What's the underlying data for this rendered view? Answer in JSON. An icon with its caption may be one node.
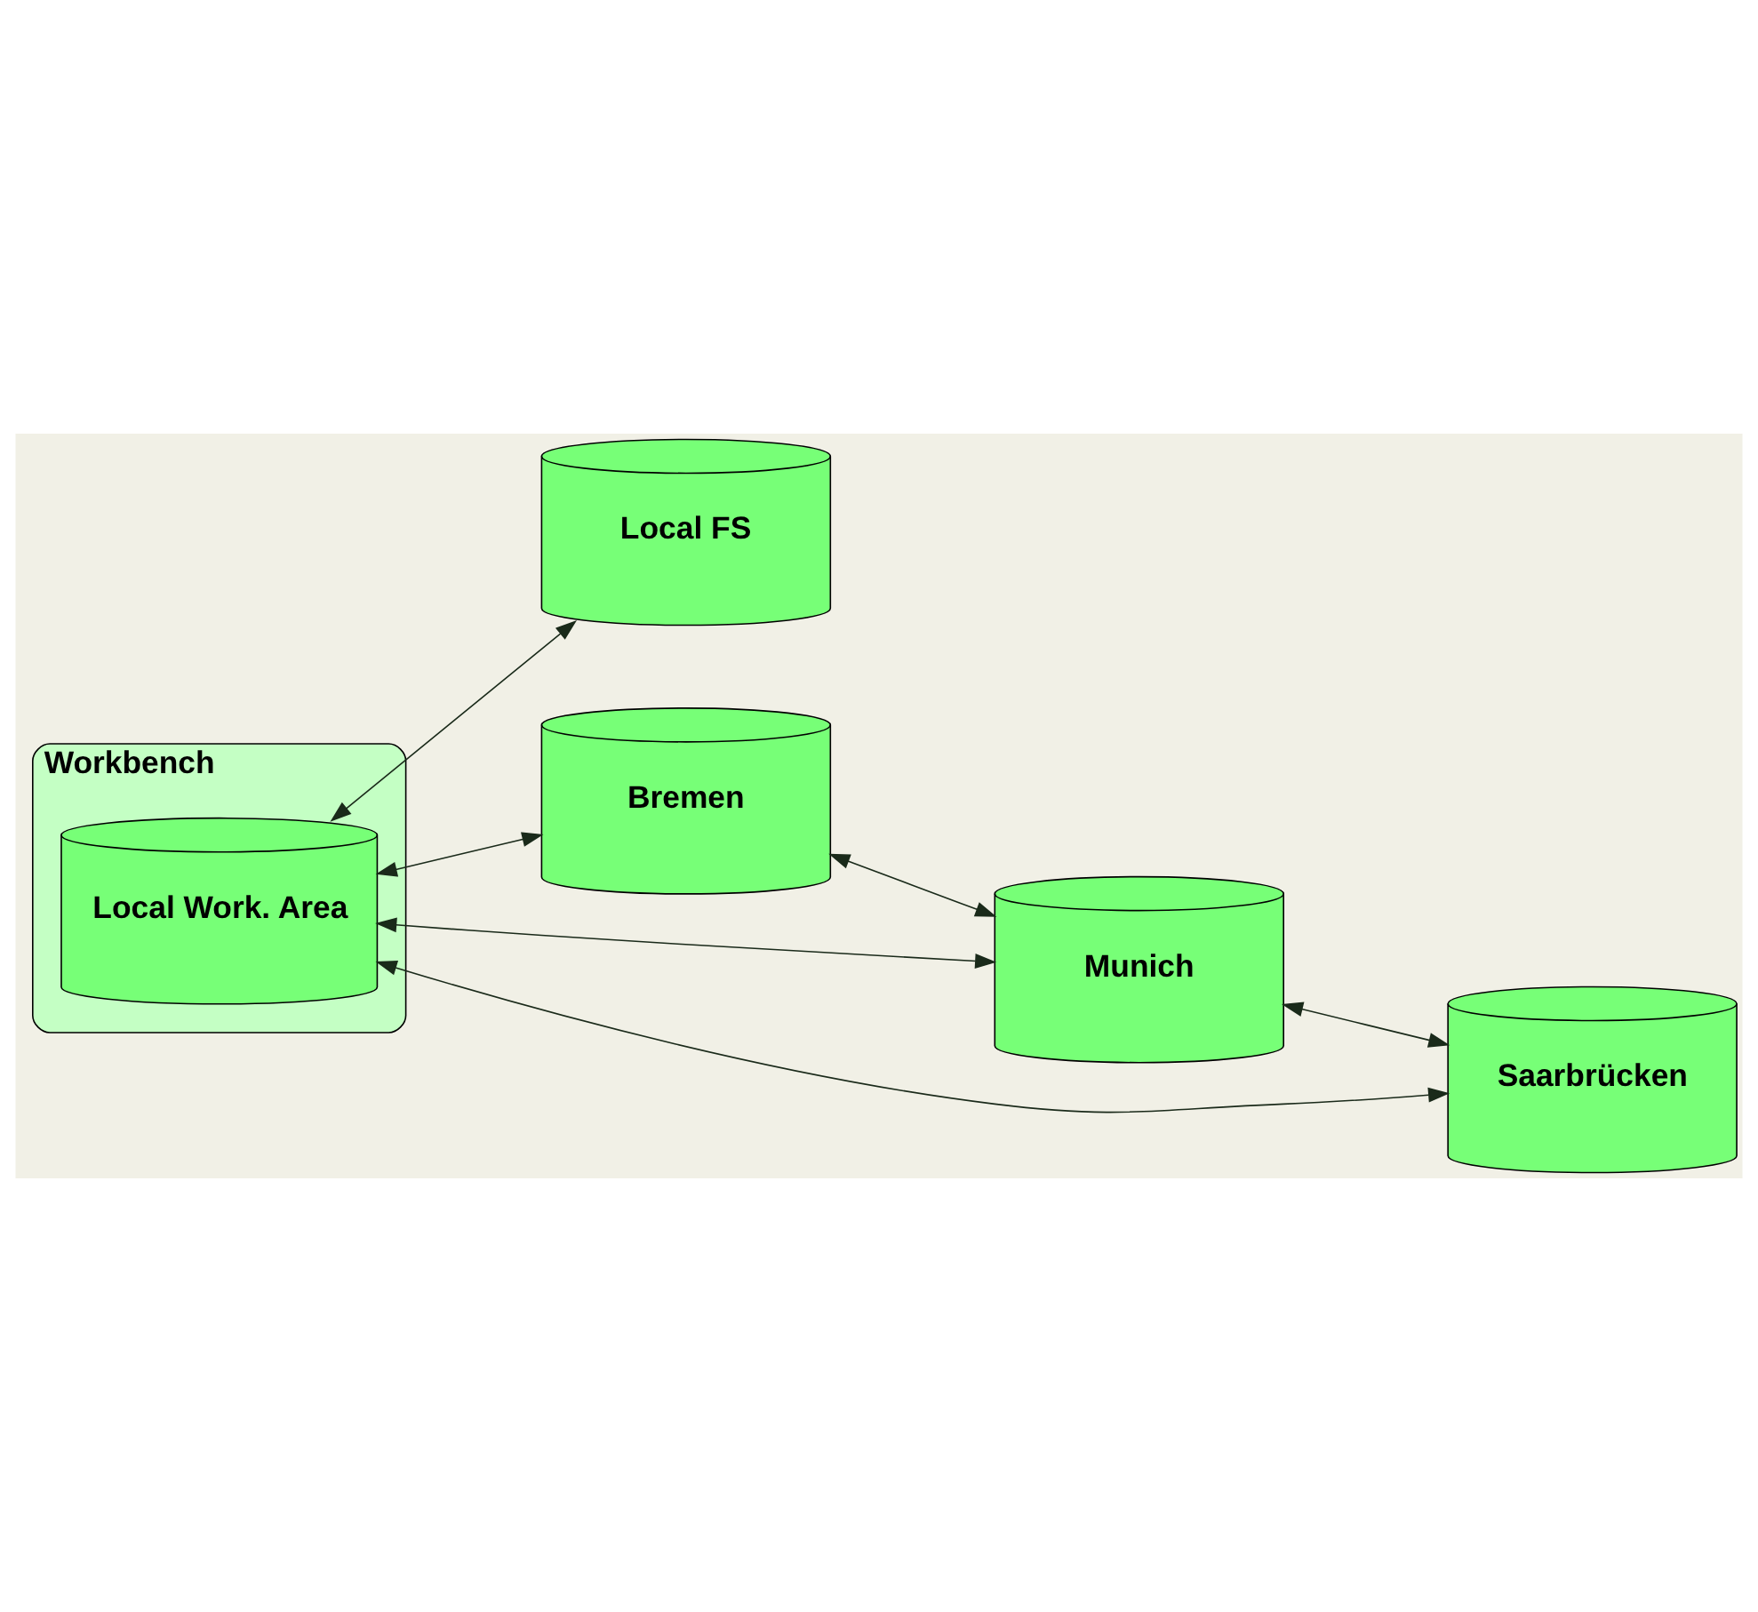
{
  "diagram": {
    "nodes": [
      {
        "text": [
          "Workbench"
        ]
      },
      {
        "text": [
          "Local Work. Area"
        ],
        "in": 0
      },
      {
        "text": [
          "Local FS"
        ]
      },
      {
        "text": [
          "Bremen"
        ]
      },
      {
        "text": [
          "Munich"
        ]
      },
      {
        "text": [
          "Saarbrücken"
        ]
      }
    ],
    "edges": [
      {
        "from": 1,
        "to": 3,
        "arrow": "both"
      },
      {
        "from": 1,
        "to": 4,
        "arrow": "both"
      },
      {
        "from": 1,
        "to": 5,
        "arrow": "both"
      },
      {
        "from": 3,
        "to": 4,
        "arrow": "both"
      },
      {
        "from": 4,
        "to": 5,
        "arrow": "both"
      },
      {
        "from": 1,
        "to": 2,
        "arrow": "both"
      }
    ]
  }
}
